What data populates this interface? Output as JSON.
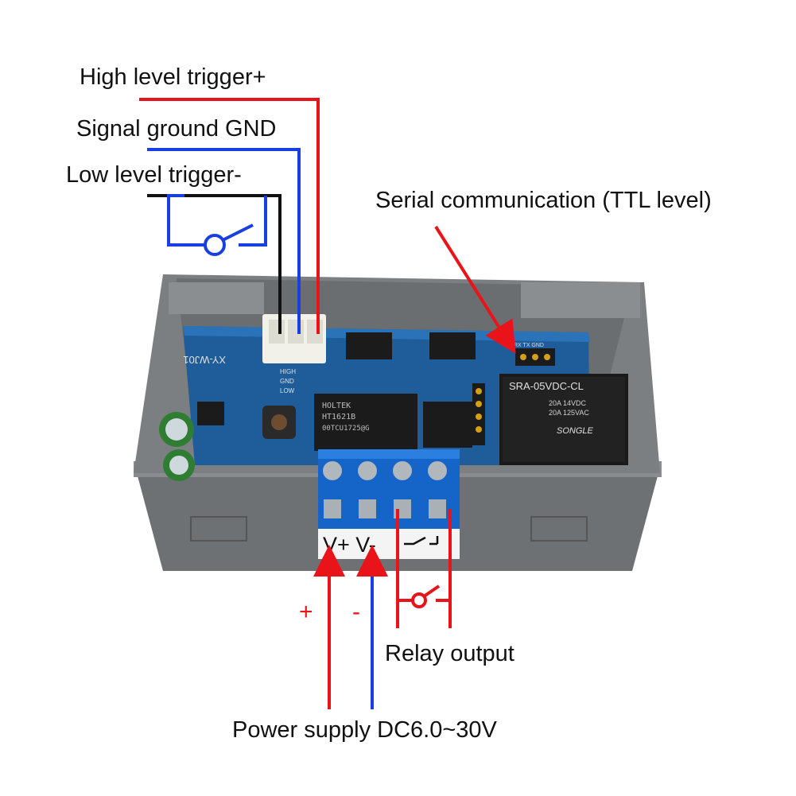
{
  "labels": {
    "high_trigger": "High level trigger+",
    "signal_ground": "Signal ground GND",
    "low_trigger": "Low level trigger-",
    "serial": "Serial communication (TTL level)",
    "relay_output": "Relay output",
    "power_supply": "Power supply DC6.0~30V",
    "plus": "+",
    "minus": "-"
  },
  "board": {
    "model": "XY-WJ01",
    "connector_pins": [
      "HIGH",
      "GND",
      "LOW"
    ],
    "chip_brand": "HOLTEK",
    "chip_model": "HT1621B",
    "chip_code": "00TCU1725@G",
    "relay_model": "SRA-05VDC-CL",
    "relay_rating_1": "20A 14VDC",
    "relay_rating_2": "20A 125VAC",
    "relay_brand": "SONGLE",
    "serial_pins": "RX TX GND",
    "terminal_label": "V+ V-"
  },
  "colors": {
    "red_wire": "#e8141a",
    "blue_wire": "#1a3fe0",
    "black_wire": "#111111",
    "enclosure": "#75797c",
    "pcb": "#1f5d9a",
    "terminal": "#1565c8"
  }
}
